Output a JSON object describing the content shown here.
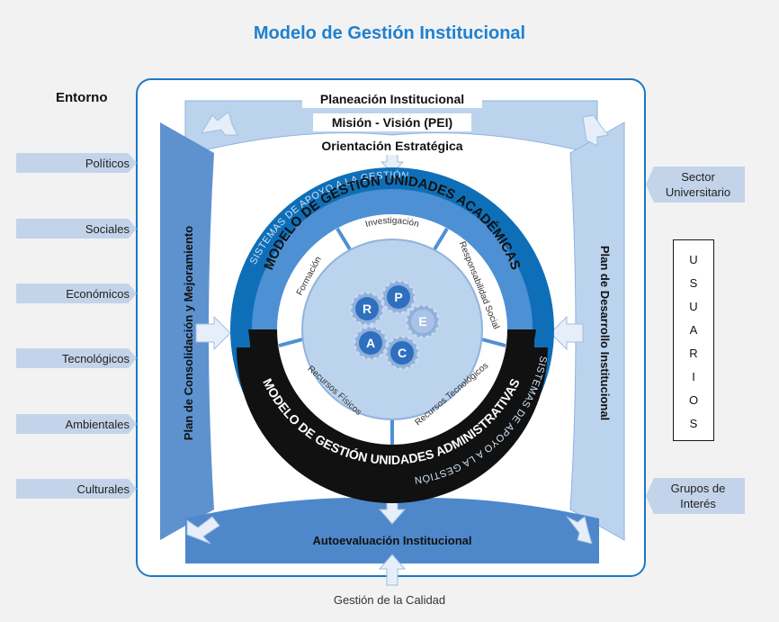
{
  "title": "Modelo de Gestión Institucional",
  "entorno": "Entorno",
  "factors": [
    "Políticos",
    "Sociales",
    "Económicos",
    "Tecnológicos",
    "Ambientales",
    "Culturales"
  ],
  "right_boxes": {
    "sector": "Sector Universitario",
    "grupos": "Grupos de Interés"
  },
  "usuarios_letters": [
    "U",
    "S",
    "U",
    "A",
    "R",
    "I",
    "O",
    "S"
  ],
  "top_boxes": {
    "planeacion": "Planeación Institucional",
    "mision": "Misión - Visión (PEI)",
    "orientacion": "Orientación Estratégica"
  },
  "left_band": "Plan de Consolidación y Mejoramiento",
  "right_band": "Plan de Desarrollo Institucional",
  "bottom_band": "Autoevaluación Institucional",
  "support_ring": "SISTEMAS DE APOYO A LA GESTIÓN",
  "academic_ring": "MODELO DE GESTIÓN UNIDADES ACADÉMICAS",
  "admin_ring": "MODELO DE GESTIÓN UNIDADES ADMINISTRATIVAS",
  "segments": {
    "investigacion": "Investigación",
    "formacion": "Formación",
    "responsabilidad": "Responsabilidad Social",
    "fisicos": "Recursos Físicos",
    "tecnologicos": "Recursos Tecnológicos"
  },
  "gears": [
    "R",
    "P",
    "E",
    "A",
    "C"
  ],
  "quality": "Gestión de la Calidad",
  "colors": {
    "title": "#1f80d0",
    "dark_blue": "#0e6fb8",
    "mid_blue": "#4e90d4",
    "band_blue": "#5d92cf",
    "light_band": "#bcd3ee",
    "pale": "#d6e3f2",
    "admin_black": "#111111"
  }
}
